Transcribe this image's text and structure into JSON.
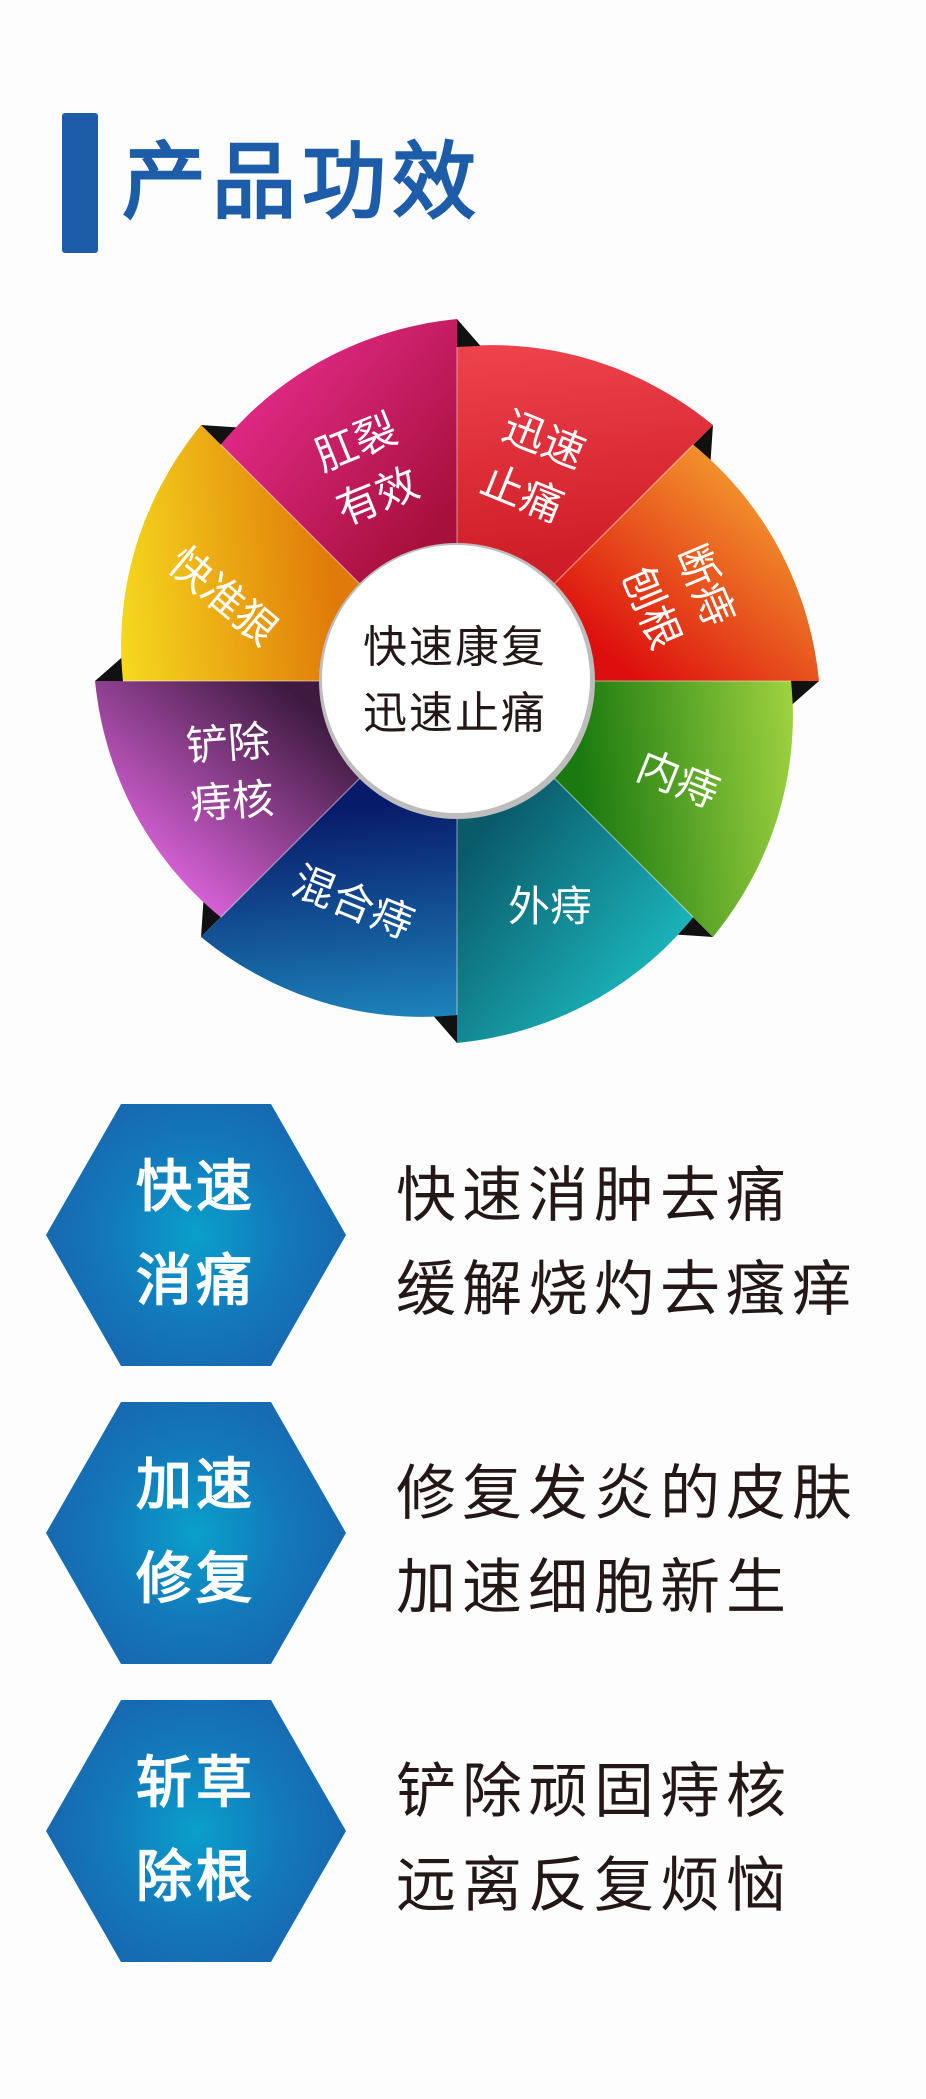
{
  "header": {
    "title": "产品功效",
    "accent_color": "#1c5ca8"
  },
  "wheel": {
    "center_lines": [
      "快速康复",
      "迅速止痛"
    ],
    "segments": [
      {
        "label_lines": [
          "迅速",
          "止痛"
        ],
        "color_start": "#f0454f",
        "color_end": "#d01e28"
      },
      {
        "label_lines": [
          "断痔",
          "刨根"
        ],
        "color_start": "#f39a2e",
        "color_end": "#dd0e0e"
      },
      {
        "label_lines": [
          "内痔"
        ],
        "color_start": "#a8d843",
        "color_end": "#1a7a10"
      },
      {
        "label_lines": [
          "外痔"
        ],
        "color_start": "#1cb8be",
        "color_end": "#0a5a6a"
      },
      {
        "label_lines": [
          "混合痔"
        ],
        "color_start": "#1e8ac0",
        "color_end": "#081a6a"
      },
      {
        "label_lines": [
          "铲除",
          "痔核"
        ],
        "color_start": "#e066e0",
        "color_end": "#3e1a40"
      },
      {
        "label_lines": [
          "快准狠"
        ],
        "color_start": "#f7e020",
        "color_end": "#e07a08"
      },
      {
        "label_lines": [
          "肛裂",
          "有效"
        ],
        "color_start": "#e22a88",
        "color_end": "#a8103c"
      }
    ]
  },
  "benefits": [
    {
      "badge_lines": [
        "快速",
        "消痛"
      ],
      "desc_lines": [
        "快速消肿去痛",
        "缓解烧灼去瘙痒"
      ]
    },
    {
      "badge_lines": [
        "加速",
        "修复"
      ],
      "desc_lines": [
        "修复发炎的皮肤",
        "加速细胞新生"
      ]
    },
    {
      "badge_lines": [
        "斩草",
        "除根"
      ],
      "desc_lines": [
        "铲除顽固痔核",
        "远离反复烦恼"
      ]
    }
  ],
  "colors": {
    "hex_center": "#0aa0cc",
    "hex_edge": "#1a5ca8",
    "body_text": "#231815"
  }
}
